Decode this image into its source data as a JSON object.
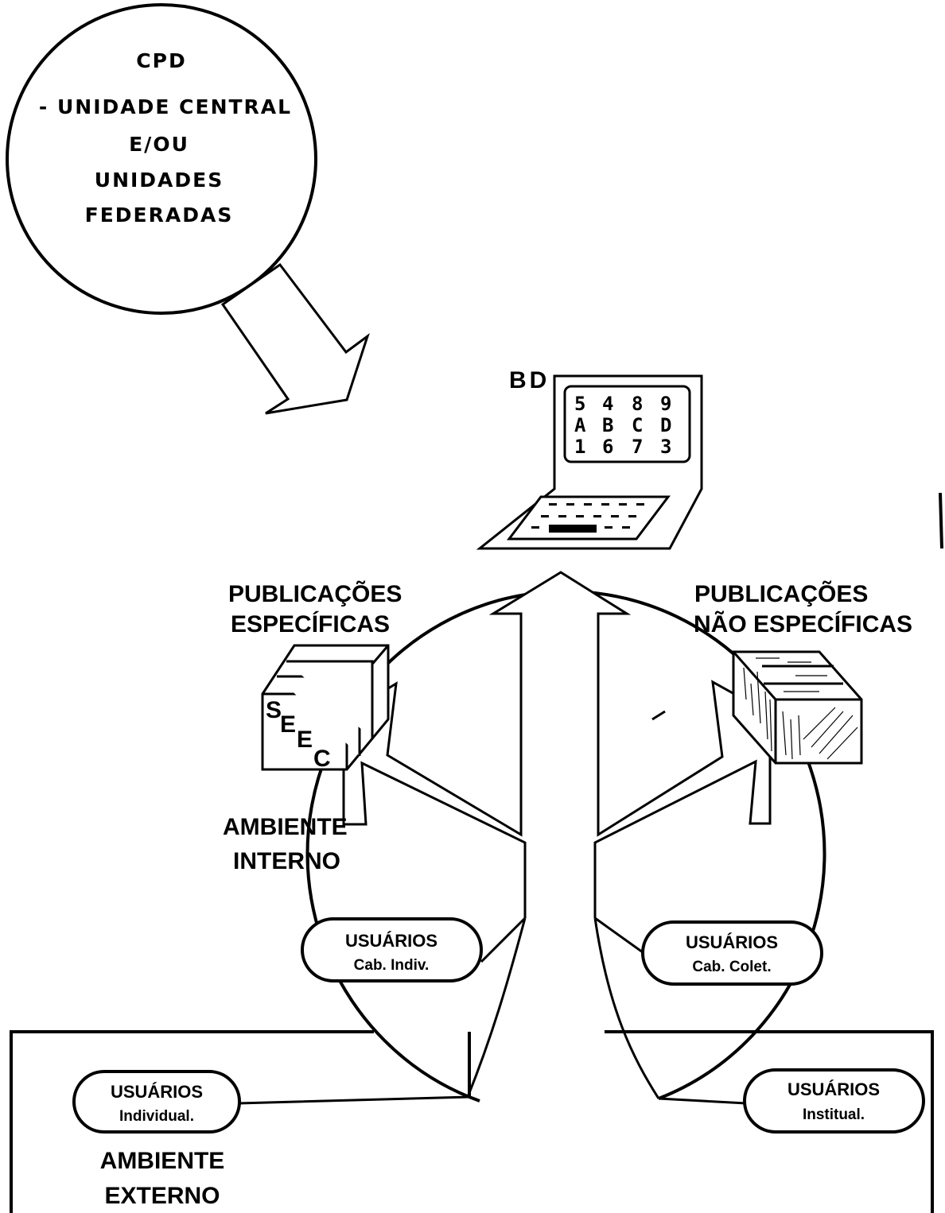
{
  "cpd": {
    "title": "CPD",
    "line1": "- UNIDADE CENTRAL",
    "line2": "E/OU",
    "line3": "UNIDADES",
    "line4": "FEDERADAS"
  },
  "bd": {
    "label": "BD",
    "screen_rows": [
      [
        "5",
        "4",
        "8",
        "9"
      ],
      [
        "A",
        "B",
        "C",
        "D"
      ],
      [
        "1",
        "6",
        "7",
        "3"
      ]
    ]
  },
  "publicacoes_especificas": {
    "line1": "PUBLICAÇÕES",
    "line2": "ESPECÍFICAS",
    "box_letters": [
      "S",
      "E",
      "E",
      "C"
    ]
  },
  "publicacoes_nao_especificas": {
    "line1": "PUBLICAÇÕES",
    "line2": "NÃO  ESPECÍFICAS"
  },
  "ambiente_interno": {
    "line1": "AMBIENTE",
    "line2": "INTERNO"
  },
  "ambiente_externo": {
    "line1": "AMBIENTE",
    "line2": "EXTERNO"
  },
  "usuarios": [
    {
      "title": "USUÁRIOS",
      "subtitle": "Cab.  Indiv."
    },
    {
      "title": "USUÁRIOS",
      "subtitle": "Cab.  Colet."
    },
    {
      "title": "USUÁRIOS",
      "subtitle": "Individual."
    },
    {
      "title": "USUÁRIOS",
      "subtitle": "Institual."
    }
  ]
}
